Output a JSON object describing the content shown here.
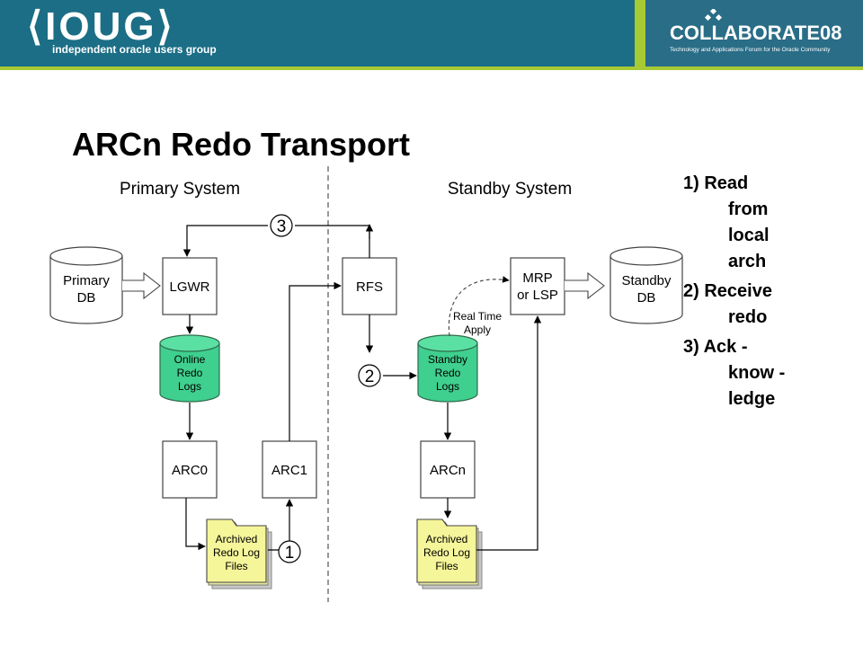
{
  "header": {
    "logo_left": "⟨IOUG⟩",
    "logo_left_tagline": "independent oracle users group",
    "logo_right": "COLLABORATE08",
    "logo_right_tagline": "Technology and Applications Forum for the Oracle Community",
    "colors": {
      "teal": "#1b6e86",
      "green": "#a7c934"
    }
  },
  "title": "ARCn Redo Transport",
  "diagram": {
    "sections": {
      "primary": "Primary System",
      "standby": "Standby System"
    },
    "primary_db": [
      "Primary",
      "DB"
    ],
    "standby_db": [
      "Standby",
      "DB"
    ],
    "lgwr": "LGWR",
    "rfs": "RFS",
    "mrp": [
      "MRP",
      "or LSP"
    ],
    "online_logs": [
      "Online",
      "Redo",
      "Logs"
    ],
    "standby_logs": [
      "Standby",
      "Redo",
      "Logs"
    ],
    "arc0": "ARC0",
    "arc1": "ARC1",
    "arcn": "ARCn",
    "archived_primary": [
      "Archived",
      "Redo Log",
      "Files"
    ],
    "archived_standby": [
      "Archived",
      "Redo Log",
      "Files"
    ],
    "real_time_apply": [
      "Real Time",
      "Apply"
    ],
    "markers": {
      "one": "1",
      "two": "2",
      "three": "3"
    },
    "colors": {
      "log_fill": "#3fcf8e",
      "file_fill": "#f5f59a"
    }
  },
  "notes": [
    {
      "num": "1) Read",
      "lines": [
        "from",
        "local",
        "arch"
      ]
    },
    {
      "num": "2) Receive",
      "lines": [
        "redo"
      ]
    },
    {
      "num": "3) Ack -",
      "lines": [
        "know -",
        "ledge"
      ]
    }
  ]
}
